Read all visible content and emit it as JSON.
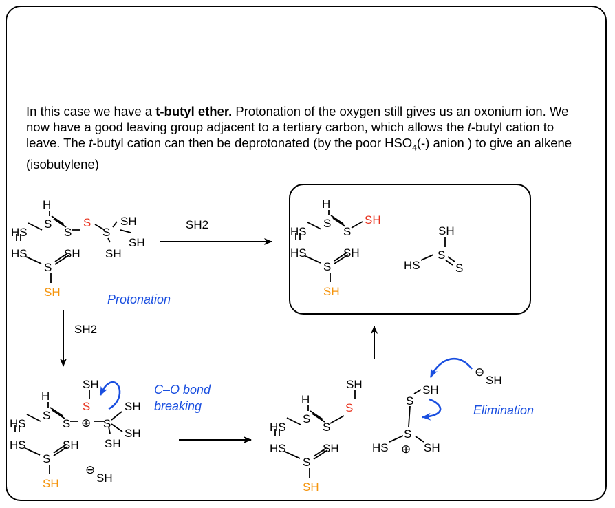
{
  "intro": {
    "p1": "In this case we have a ",
    "p2_bold": "t-butyl ether.",
    "p3": " Protonation of the oxygen still gives us an oxonium ion. We now have a good leaving group adjacent to a tertiary carbon, which allows the ",
    "p4_italic": "t",
    "p5": "-butyl cation to leave. The ",
    "p6_italic": "t",
    "p7": "-butyl cation can then be deprotonated (by the poor HSO",
    "p8_sub": "4",
    "p9": "(-) anion ) to give an alkene (isobutylene)"
  },
  "atoms": {
    "s": "S",
    "h": "H",
    "sh": "SH",
    "hs": "HS"
  },
  "charges": {
    "plus": "⊕",
    "minus": "⊖"
  },
  "reagents": {
    "top_arrow": "SH2",
    "down_arrow": "SH2"
  },
  "labels": {
    "protonation": "Protonation",
    "co_bond_1": "C–O bond",
    "co_bond_2": "breaking",
    "elimination": "Elimination"
  },
  "colors": {
    "curly_arrow": "#1a4fe0",
    "heteroatom_red": "#e8321e",
    "sh_orange": "#f5940c"
  }
}
